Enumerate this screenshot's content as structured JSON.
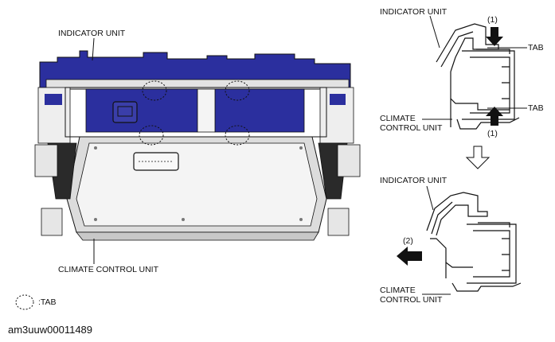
{
  "left_figure": {
    "indicator_label": "INDICATOR UNIT",
    "climate_label": "CLIMATE CONTROL UNIT",
    "legend_label": ":TAB"
  },
  "right_top": {
    "indicator_label": "INDICATOR UNIT",
    "tab_label_top": "TAB",
    "tab_label_bottom": "TAB",
    "step_top": "(1)",
    "step_bottom": "(1)",
    "climate_line1": "CLIMATE",
    "climate_line2": "CONTROL UNIT"
  },
  "right_bottom": {
    "indicator_label": "INDICATOR UNIT",
    "step": "(2)",
    "climate_line1": "CLIMATE",
    "climate_line2": "CONTROL UNIT"
  },
  "caption": "am3uuw00011489",
  "colors": {
    "indicator_blue": "#2b2f9e",
    "panel_gray": "#d9d9d9",
    "outline": "#111111"
  }
}
